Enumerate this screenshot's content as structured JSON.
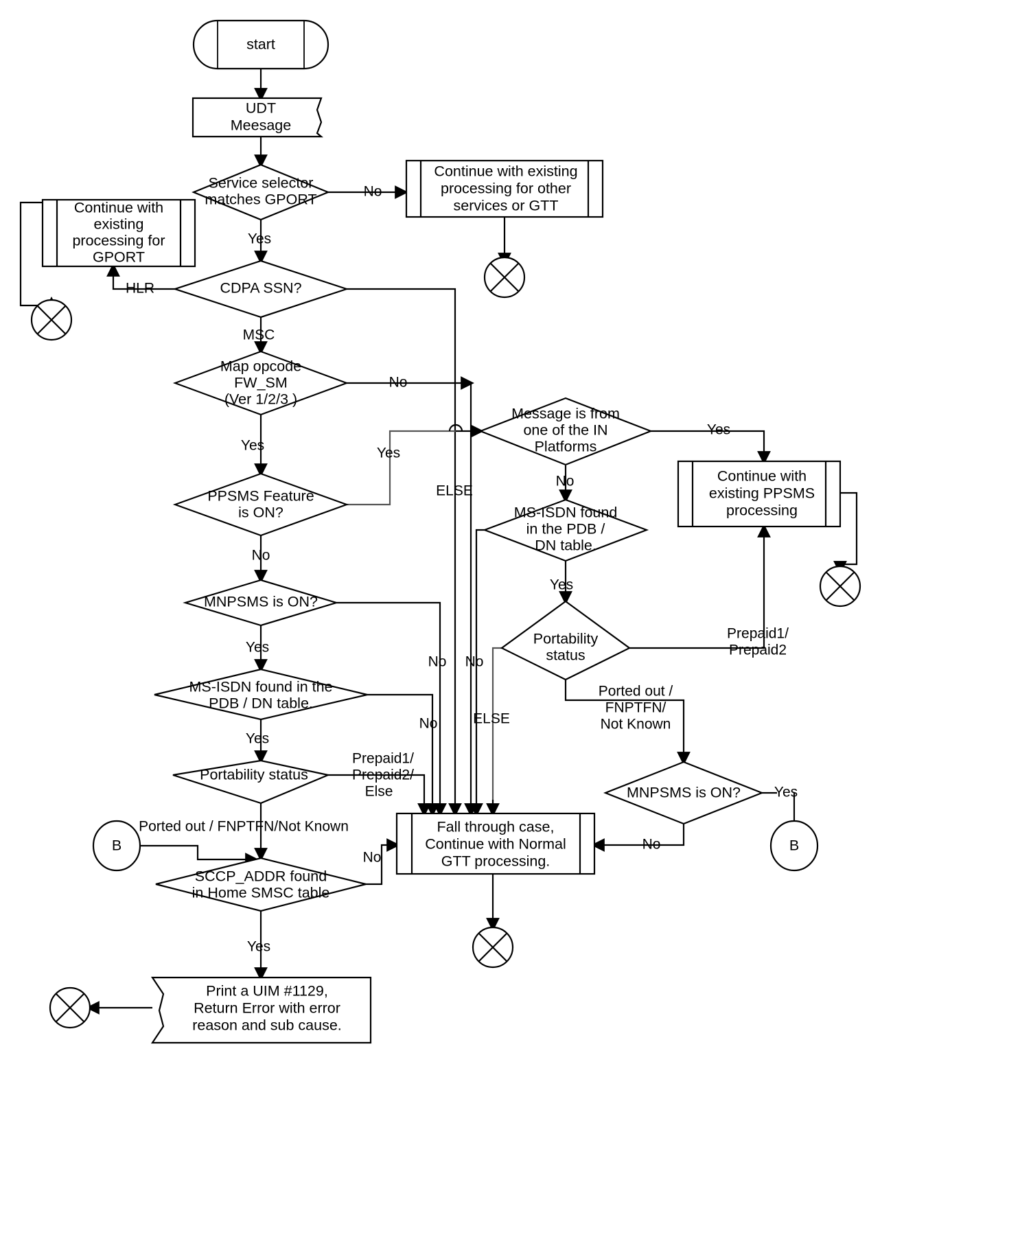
{
  "diagram": {
    "title": "GPORT / PPSMS UDT message processing flowchart",
    "colors": {
      "stroke": "#000000",
      "background": "#ffffff",
      "grey_connector": "#555555"
    }
  },
  "nodes": {
    "start": {
      "label": "start",
      "shape": "terminator"
    },
    "udt_message": {
      "label_line1": "UDT",
      "label_line2": "Meesage",
      "shape": "document"
    },
    "service_selector": {
      "label_line1": "Service selector",
      "label_line2": "matches GPORT",
      "shape": "decision"
    },
    "continue_other_services": {
      "label_line1": "Continue with existing",
      "label_line2": "processing for other",
      "label_line3": "services or GTT",
      "shape": "predefined-process"
    },
    "continue_gport": {
      "label_line1": "Continue with",
      "label_line2": "existing",
      "label_line3": "processing for",
      "label_line4": "GPORT",
      "shape": "predefined-process"
    },
    "cdpa_ssn": {
      "label": "CDPA SSN?",
      "shape": "decision"
    },
    "map_opcode": {
      "label_line1": "Map opcode",
      "label_line2": "FW_SM",
      "label_line3": "(Ver 1/2/3 )",
      "shape": "decision"
    },
    "message_from_in": {
      "label_line1": "Message is from",
      "label_line2": "one of  the IN",
      "label_line3": "Platforms",
      "shape": "decision"
    },
    "continue_ppsms": {
      "label_line1": "Continue with",
      "label_line2": "existing PPSMS",
      "label_line3": "processing",
      "shape": "predefined-process"
    },
    "ppsms_feature": {
      "label_line1": "PPSMS Feature",
      "label_line2": "is ON?",
      "shape": "decision"
    },
    "msisdn_pdb_right": {
      "label_line1": "MS-ISDN found",
      "label_line2": "in the PDB /",
      "label_line3": "DN table.",
      "shape": "decision"
    },
    "mnpsms_left": {
      "label": "MNPSMS is ON?",
      "shape": "decision"
    },
    "portability_right": {
      "label_line1": "Portability",
      "label_line2": "status",
      "shape": "decision"
    },
    "msisdn_pdb_left": {
      "label_line1": "MS-ISDN found in the",
      "label_line2": "PDB / DN table.",
      "shape": "decision"
    },
    "portability_left": {
      "label": "Portability status",
      "shape": "decision"
    },
    "mnpsms_right": {
      "label": "MNPSMS is ON?",
      "shape": "decision"
    },
    "fall_through": {
      "label_line1": "Fall through case,",
      "label_line2": "Continue with Normal",
      "label_line3": "GTT processing.",
      "shape": "predefined-process"
    },
    "sccp_addr": {
      "label_line1": "SCCP_ADDR found",
      "label_line2": "in Home SMSC table",
      "shape": "decision"
    },
    "print_uim": {
      "label_line1": "Print a UIM #1129,",
      "label_line2": "Return Error with error",
      "label_line3": "reason and sub cause.",
      "shape": "document"
    },
    "connector_b_left": {
      "label": "B",
      "shape": "circle-connector"
    },
    "connector_b_right": {
      "label": "B",
      "shape": "circle-connector"
    },
    "offpage_gport": {
      "shape": "circle-x"
    },
    "offpage_other_services": {
      "shape": "circle-x"
    },
    "offpage_ppsms": {
      "shape": "circle-x"
    },
    "offpage_fall_through": {
      "shape": "circle-x"
    },
    "offpage_print_uim": {
      "shape": "circle-x"
    }
  },
  "edge_labels": {
    "service_selector_no": "No",
    "service_selector_yes": "Yes",
    "cdpa_hlr": "HLR",
    "cdpa_msc": "MSC",
    "map_opcode_no": "No",
    "map_opcode_yes": "Yes",
    "ppsms_feature_yes": "Yes",
    "ppsms_feature_no": "No",
    "message_in_yes": "Yes",
    "message_in_no": "No",
    "msisdn_right_yes": "Yes",
    "msisdn_right_no": "No",
    "portability_right_prepaid": "Prepaid1/\nPrepaid2",
    "portability_right_prepaid_l1": "Prepaid1/",
    "portability_right_prepaid_l2": "Prepaid2",
    "portability_right_ported_l1": "Ported out /",
    "portability_right_ported_l2": "FNPTFN/",
    "portability_right_ported_l3": "Not Known",
    "portability_right_else": "ELSE",
    "mnpsms_right_yes": "Yes",
    "mnpsms_right_no": "No",
    "mnpsms_left_no": "No",
    "mnpsms_left_yes": "Yes",
    "msisdn_left_no": "No",
    "msisdn_left_yes": "Yes",
    "portability_left_prepaid_l1": "Prepaid1/",
    "portability_left_prepaid_l2": "Prepaid2/",
    "portability_left_prepaid_l3": "Else",
    "portability_left_ported": "Ported out / FNPTFN/Not Known",
    "sccp_no": "No",
    "sccp_yes": "Yes",
    "cdpa_else": "ELSE"
  }
}
